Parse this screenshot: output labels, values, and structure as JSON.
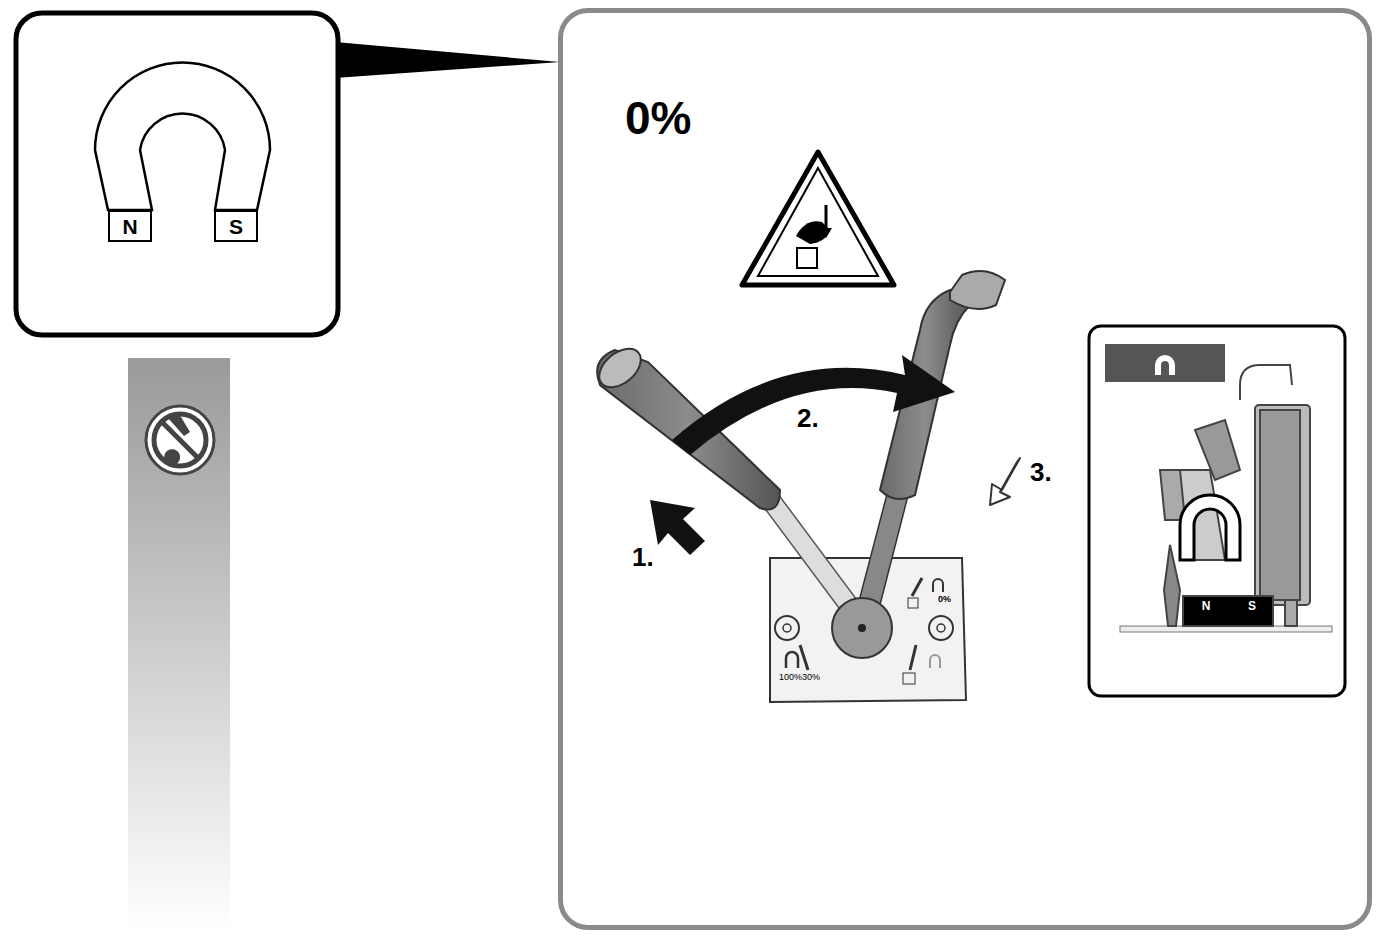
{
  "diagram": {
    "nodes": [
      {
        "text": [
          "0%"
        ]
      },
      {
        "text": [
          "N"
        ]
      },
      {
        "text": [
          "S"
        ]
      },
      {
        "text": [
          "N"
        ],
        "in": 0
      },
      {
        "text": [
          "S"
        ],
        "in": 0
      }
    ],
    "labels": [
      "1.",
      "2.",
      "3.",
      "0%",
      "100%30%"
    ]
  }
}
